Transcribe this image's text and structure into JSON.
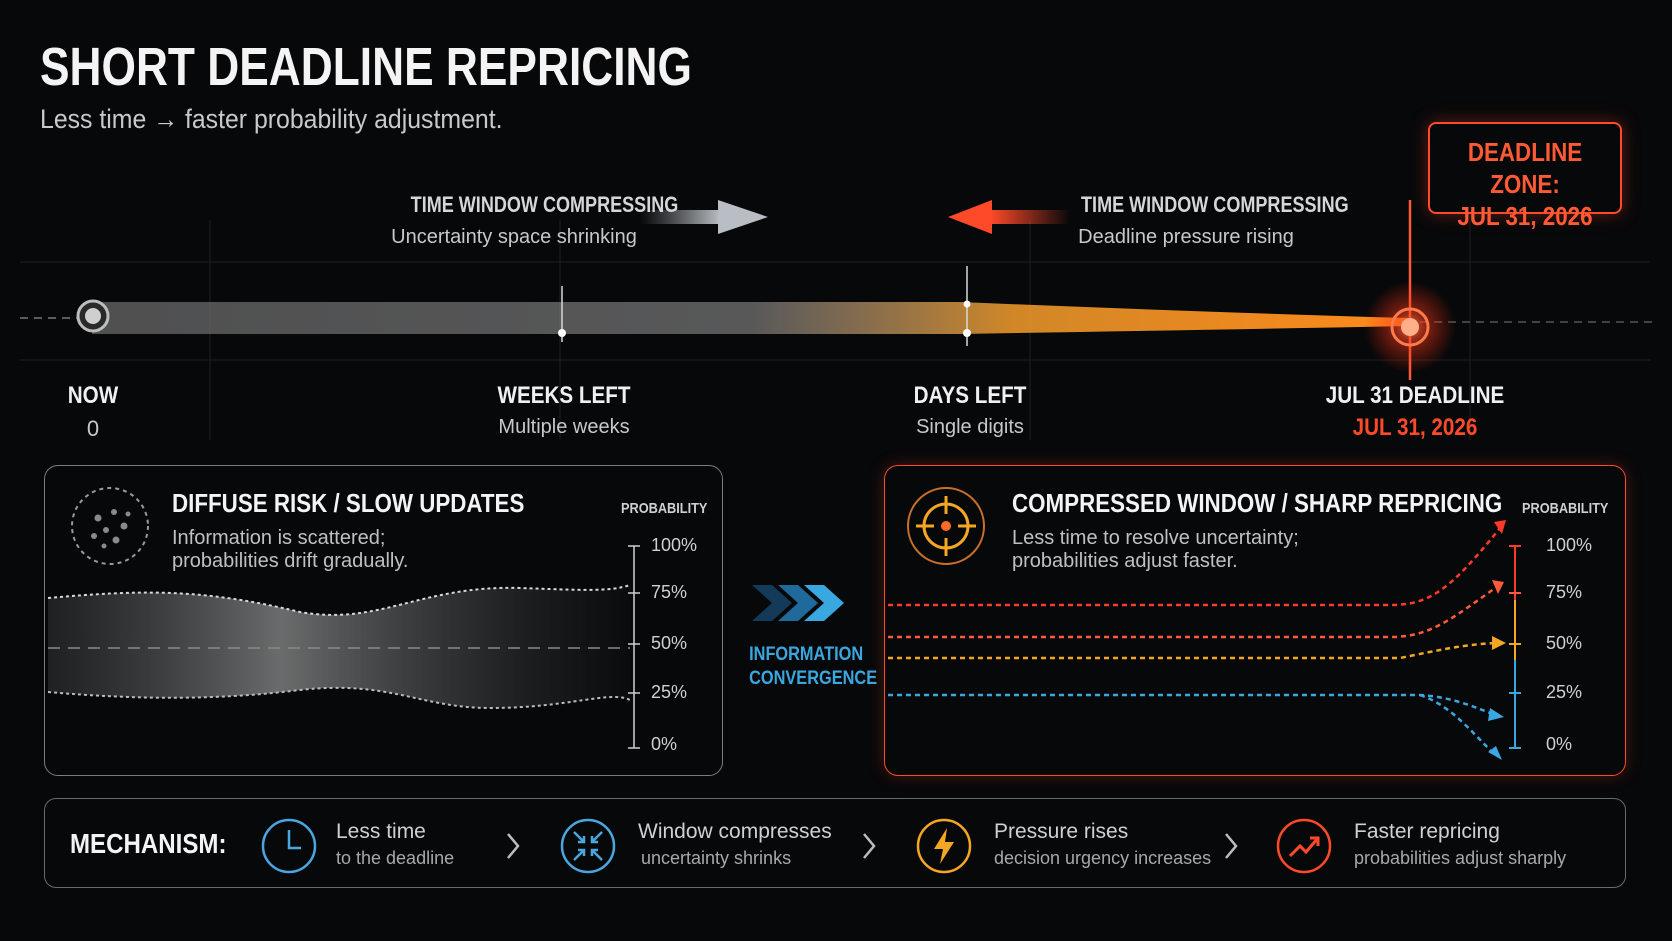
{
  "header": {
    "title": "SHORT DEADLINE REPRICING",
    "subtitle": "Less time → faster probability adjustment."
  },
  "deadline_zone": {
    "line1": "DEADLINE ZONE:",
    "line2": "JUL 31, 2026"
  },
  "arrows": {
    "left": {
      "title": "TIME WINDOW COMPRESSING",
      "caption": "Uncertainty space shrinking"
    },
    "right": {
      "title": "TIME WINDOW COMPRESSING",
      "caption": "Deadline pressure rising"
    }
  },
  "timeline": {
    "now": {
      "label": "NOW",
      "sub": "0"
    },
    "weeks": {
      "label": "WEEKS LEFT",
      "sub": "Multiple weeks"
    },
    "days": {
      "label": "DAYS LEFT",
      "sub": "Single digits"
    },
    "deadline": {
      "label": "JUL 31 DEADLINE",
      "sub": "JUL 31, 2026"
    }
  },
  "panel_left": {
    "title": "DIFFUSE RISK / SLOW UPDATES",
    "line1": "Information is scattered;",
    "line2": "probabilities drift gradually.",
    "axis_title": "PROBABILITY",
    "ticks": [
      "100%",
      "75%",
      "50%",
      "25%",
      "0%"
    ]
  },
  "convergence": {
    "line1": "INFORMATION",
    "line2": "CONVERGENCE"
  },
  "panel_right": {
    "title": "COMPRESSED WINDOW / SHARP REPRICING",
    "line1": "Less time to resolve uncertainty;",
    "line2": "probabilities adjust faster.",
    "axis_title": "PROBABILITY",
    "ticks": [
      "100%",
      "75%",
      "50%",
      "25%",
      "0%"
    ]
  },
  "mechanism": {
    "title": "MECHANISM:",
    "steps": [
      {
        "l1": "Less time",
        "l2": "to the deadline",
        "icon": "clock-icon",
        "color": "#4aa6e0"
      },
      {
        "l1": "Window compresses",
        "l2": "uncertainty shrinks",
        "icon": "compress-icon",
        "color": "#4aa6e0"
      },
      {
        "l1": "Pressure rises",
        "l2": "decision urgency increases",
        "icon": "lightning-icon",
        "color": "#f5a623"
      },
      {
        "l1": "Faster repricing",
        "l2": "probabilities adjust sharply",
        "icon": "trend-up-icon",
        "color": "#ff4a2a"
      }
    ]
  },
  "colors": {
    "accent_red": "#ff4a2a",
    "accent_orange": "#f5a623",
    "accent_blue": "#3aa8e0",
    "background": "#07080a"
  }
}
